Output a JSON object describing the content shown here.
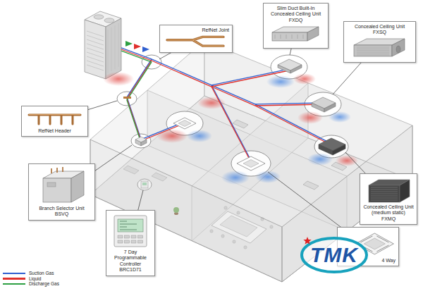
{
  "diagram": {
    "nodes": [
      {
        "text": [
          "RefNet Joint"
        ]
      },
      {
        "text": [
          "Slim Duct Built-In Concealed Ceiling Unit",
          "FXDQ"
        ]
      },
      {
        "text": [
          "Concealed Ceiling Unit",
          "FXSQ"
        ]
      },
      {
        "text": [
          "RefNet Header"
        ]
      },
      {
        "text": [
          "Branch Selector Unit",
          "BSVQ"
        ]
      },
      {
        "text": [
          "7 Day Programmable Controller",
          "BRC1D71"
        ]
      },
      {
        "text": [
          "Concealed Ceiling Unit (medium static)",
          "FXMQ"
        ]
      },
      {
        "text": [
          "4 Way"
        ]
      }
    ],
    "labels": [
      "TMK"
    ],
    "legend": [
      {
        "text": "Suction Gas",
        "color": "#2f5fd0"
      },
      {
        "text": "Liquid",
        "color": "#e0302c"
      },
      {
        "text": "Discharge Gas",
        "color": "#2ea043"
      }
    ]
  }
}
